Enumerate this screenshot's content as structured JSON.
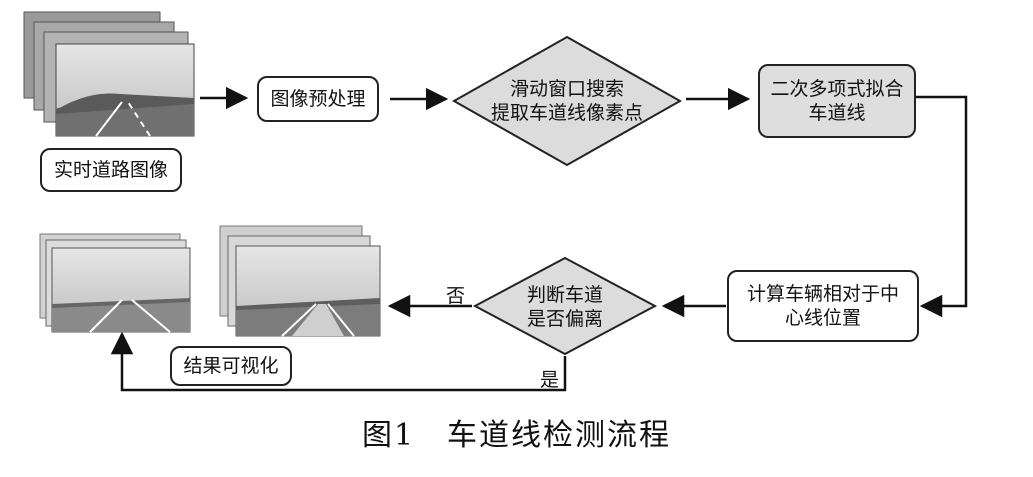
{
  "nodes": {
    "realtime_image": "实时道路图像",
    "preprocess": "图像预处理",
    "sliding_window": [
      "滑动窗口搜索",
      "提取车道线像素点"
    ],
    "poly_fit": [
      "二次多项式拟合",
      "车道线"
    ],
    "compute_position": [
      "计算车辆相对于中",
      "心线位置"
    ],
    "judge_departure": [
      "判断车道",
      "是否偏离"
    ],
    "result_visual": "结果可视化"
  },
  "edge_labels": {
    "no": "否",
    "yes": "是"
  },
  "caption": "图1　车道线检测流程"
}
